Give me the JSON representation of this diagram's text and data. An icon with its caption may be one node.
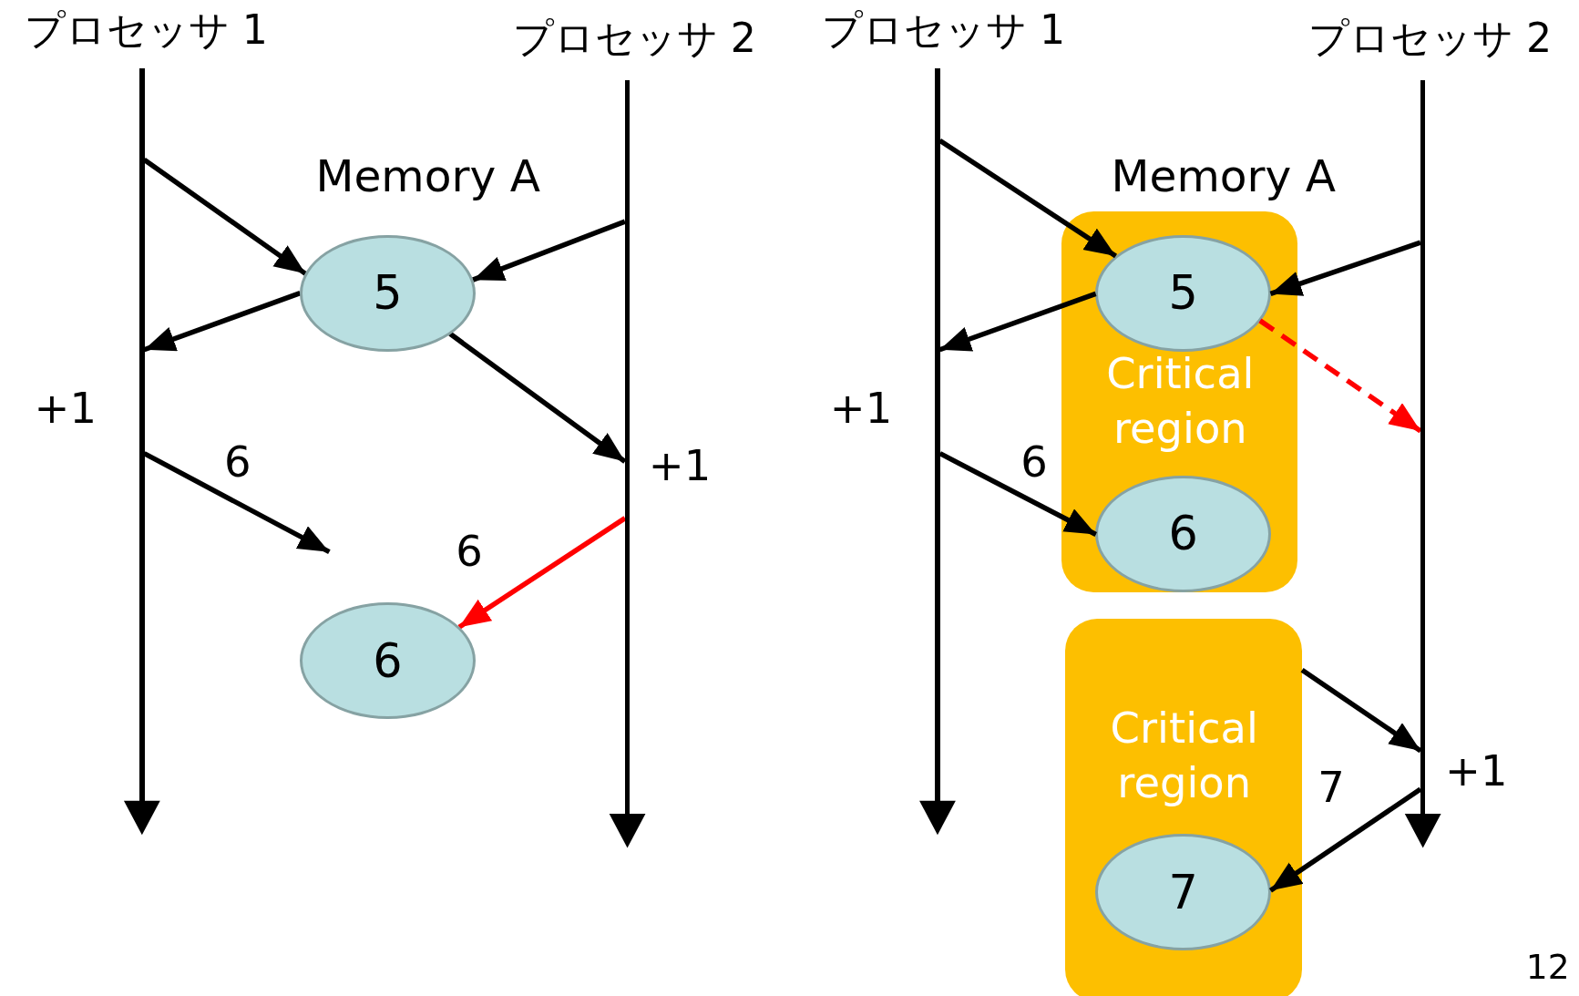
{
  "diagram": {
    "nodes": [
      {
        "text": [],
        "shape": "bar",
        "beside": [
          "プロセッサ 1"
        ]
      },
      {
        "text": [],
        "shape": "bar",
        "beside": [
          "プロセッサ 2"
        ]
      },
      {
        "text": [
          "5"
        ]
      },
      {
        "text": [
          "6"
        ]
      },
      {
        "text": [],
        "shape": "bar",
        "beside": [
          "プロセッサ 1"
        ]
      },
      {
        "text": [],
        "shape": "bar",
        "beside": [
          "プロセッサ 2"
        ]
      },
      {
        "text": [
          "Critical region"
        ]
      },
      {
        "text": [
          "5"
        ],
        "in": 6
      },
      {
        "text": [
          "6"
        ],
        "in": 6
      },
      {
        "text": [
          "Critical region"
        ]
      },
      {
        "text": [
          "7"
        ],
        "in": 9
      }
    ],
    "edges": [
      {
        "from": 0,
        "to": 2,
        "arrow": "to"
      },
      {
        "from": 1,
        "to": 2,
        "arrow": "to"
      },
      {
        "from": 2,
        "to": 0,
        "arrow": "to"
      },
      {
        "from": 2,
        "to": 1,
        "arrow": "to"
      },
      {
        "from": 0,
        "to": null,
        "arrow": "to"
      },
      {
        "from": 1,
        "to": 3,
        "arrow": "to",
        "color": "#ff0000"
      },
      {
        "from": 4,
        "to": 7,
        "arrow": "to"
      },
      {
        "from": 5,
        "to": 7,
        "arrow": "to"
      },
      {
        "from": 7,
        "to": 4,
        "arrow": "to"
      },
      {
        "from": 7,
        "to": 5,
        "arrow": "to",
        "style": "dashed",
        "color": "#ff0000"
      },
      {
        "from": 4,
        "to": 8,
        "arrow": "to"
      },
      {
        "from": 9,
        "to": 5,
        "arrow": "to"
      },
      {
        "from": 5,
        "to": 10,
        "arrow": "to"
      }
    ],
    "labels": [
      "Memory A",
      "Memory A",
      "+1",
      "+1",
      "6",
      "+1",
      "6",
      "6",
      "+1",
      "7",
      "12"
    ]
  }
}
